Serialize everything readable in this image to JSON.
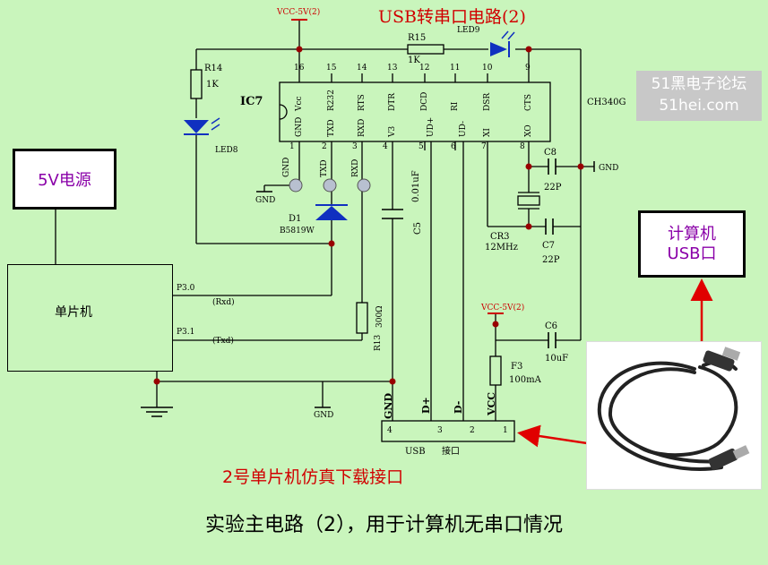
{
  "title": "USB转串口电路(2)",
  "caption": "实验主电路（2），用于计算机无串口情况",
  "bottom_label": "2号单片机仿真下载接口",
  "watermark": {
    "line1": "51黑电子论坛",
    "line2": "51hei.com"
  },
  "boxes": {
    "power": "5V电源",
    "mcu": "单片机",
    "pc_line1": "计算机",
    "pc_line2": "USB口"
  },
  "ic": {
    "name": "IC7",
    "part": "CH340G",
    "top_pins": [
      {
        "num": "16",
        "name": "Vcc"
      },
      {
        "num": "15",
        "name": "R232"
      },
      {
        "num": "14",
        "name": "RTS"
      },
      {
        "num": "13",
        "name": "DTR"
      },
      {
        "num": "12",
        "name": "DCD"
      },
      {
        "num": "11",
        "name": "RI"
      },
      {
        "num": "10",
        "name": "DSR"
      },
      {
        "num": "9",
        "name": "CTS"
      }
    ],
    "bottom_pins": [
      {
        "num": "1",
        "name": "GND"
      },
      {
        "num": "2",
        "name": "TXD"
      },
      {
        "num": "3",
        "name": "RXD"
      },
      {
        "num": "4",
        "name": "V3"
      },
      {
        "num": "5",
        "name": "UD+"
      },
      {
        "num": "6",
        "name": "UD-"
      },
      {
        "num": "7",
        "name": "XI"
      },
      {
        "num": "8",
        "name": "XO"
      }
    ]
  },
  "labels": {
    "vcc_top": "VCC-5V(2)",
    "vcc_mid": "VCC-5V(2)",
    "r15": "R15",
    "r15_val": "1K",
    "led9": "LED9",
    "r14": "R14",
    "r14_val": "1K",
    "led8": "LED8",
    "gnd": "GND",
    "txd": "TXD",
    "rxd": "RXD",
    "d1": "D1",
    "d1_part": "B5819W",
    "c5": "C5",
    "c5_val": "0.01uF",
    "c8": "C8",
    "c8_val": "22P",
    "c7": "C7",
    "c7_val": "22P",
    "cr3": "CR3",
    "cr3_val": "12MHz",
    "c6": "C6",
    "c6_val": "10uF",
    "f3": "F3",
    "f3_val": "100mA",
    "r13": "R13",
    "r13_val": "300Ω",
    "p30": "P3.0",
    "p30_sig": "(Rxd)",
    "p31": "P3.1",
    "p31_sig": "(Txd)",
    "usb_gnd": "GND",
    "usb_dp": "D+",
    "usb_dm": "D-",
    "usb_vcc": "VCC",
    "usb_pin4": "4",
    "usb_pin3": "3",
    "usb_pin2": "2",
    "usb_pin1": "1",
    "usb_name": "USB",
    "usb_port": "接口"
  },
  "colors": {
    "background": "#c9f5bc",
    "wire": "#000000",
    "arrow": "#e00000",
    "title": "#d10000",
    "box_text": "#8a00a8",
    "junction": "#990000",
    "led": "#1030c0"
  },
  "icons": [
    "led-icon",
    "diode-icon",
    "resistor-icon",
    "capacitor-icon",
    "crystal-icon",
    "ground-icon",
    "fuse-icon",
    "usb-cable-photo"
  ]
}
